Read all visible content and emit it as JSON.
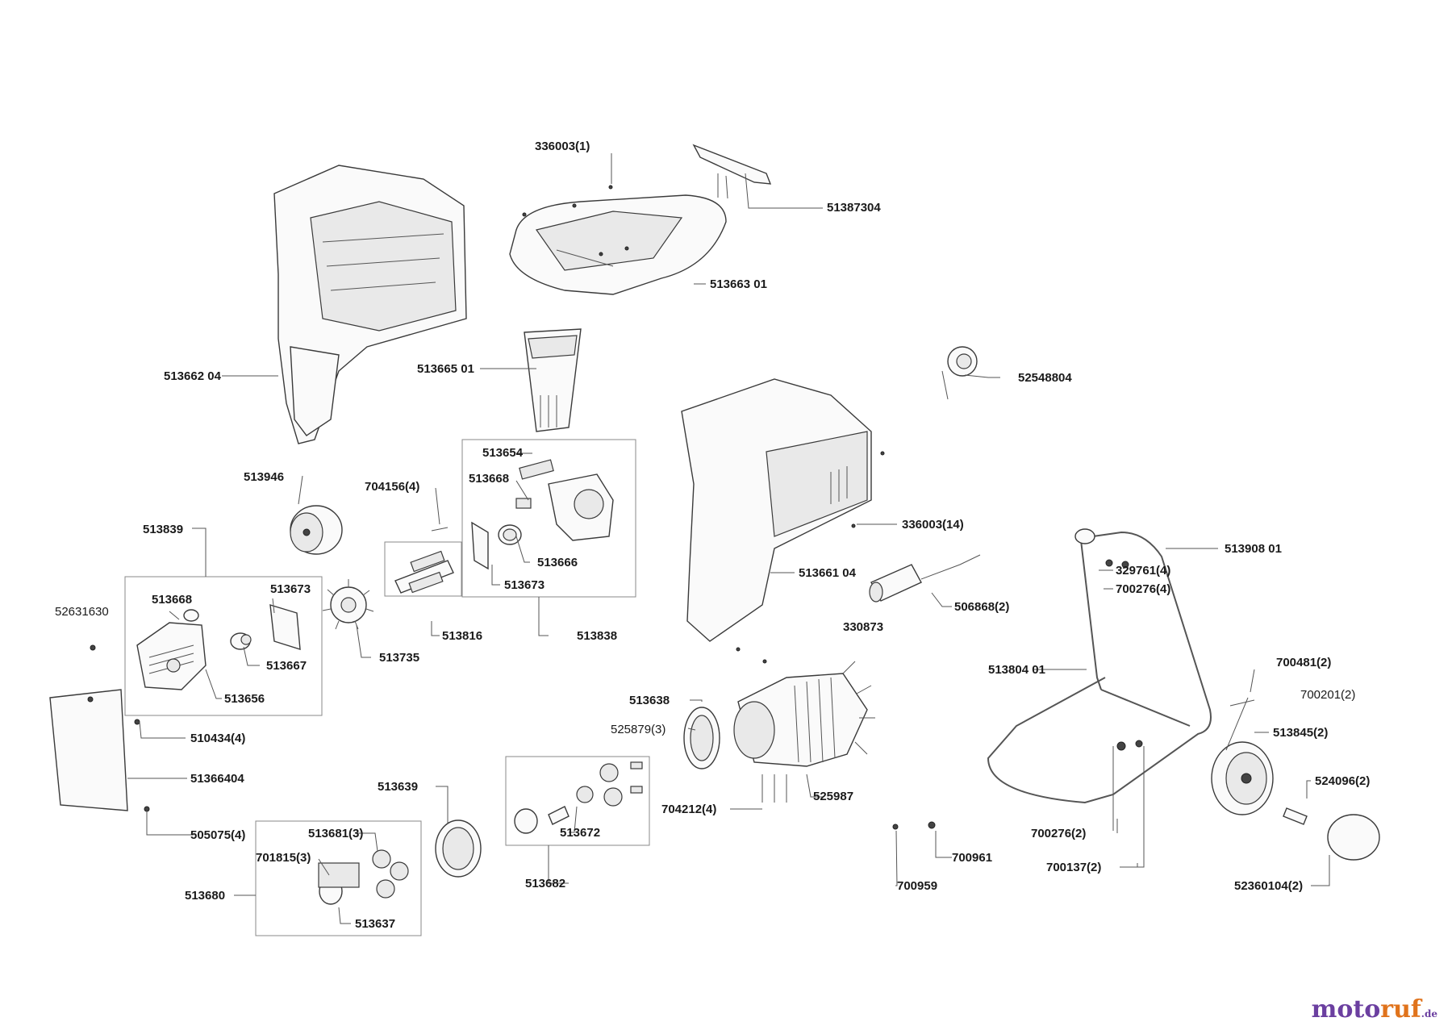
{
  "labels": {
    "l336003_1": "336003(1)",
    "l51387304": "51387304",
    "l51366301": "513663 01",
    "l51366204": "513662 04",
    "l51366501": "513665 01",
    "l52548804": "52548804",
    "l513654": "513654",
    "l513946": "513946",
    "l704156_4": "704156(4)",
    "l513668a": "513668",
    "l336003_14": "336003(14)",
    "l513839": "513839",
    "l513666": "513666",
    "l51390801": "513908 01",
    "l513673a": "513673",
    "l51366104": "513661 04",
    "l329761_4": "329761(4)",
    "l700276_4": "700276(4)",
    "l513668b": "513668",
    "l513673b": "513673",
    "l52631630": "52631630",
    "l513816": "513816",
    "l513838": "513838",
    "l330873": "330873",
    "l506868_2": "506868(2)",
    "l513667": "513667",
    "l513735": "513735",
    "l51380401": "513804 01",
    "l700481_2": "700481(2)",
    "l513656": "513656",
    "l513638": "513638",
    "l700201_2": "700201(2)",
    "l525879_3": "525879(3)",
    "l510434_4": "510434(4)",
    "l513845_2": "513845(2)",
    "l51366404": "51366404",
    "l524096_2": "524096(2)",
    "l513639": "513639",
    "l525987": "525987",
    "l704212_4": "704212(4)",
    "l505075_4": "505075(4)",
    "l513681_3": "513681(3)",
    "l513672": "513672",
    "l700276_2": "700276(2)",
    "l701815_3": "701815(3)",
    "l700961": "700961",
    "l700137_2": "700137(2)",
    "l513680": "513680",
    "l513682": "513682",
    "l700959": "700959",
    "l52360104_2": "52360104(2)",
    "l513637": "513637"
  },
  "brand": {
    "part1": "moto",
    "part2": "ruf",
    "part3": ".de"
  },
  "colors": {
    "brand_purple": "#6b3fa0",
    "brand_orange": "#e0731c"
  }
}
